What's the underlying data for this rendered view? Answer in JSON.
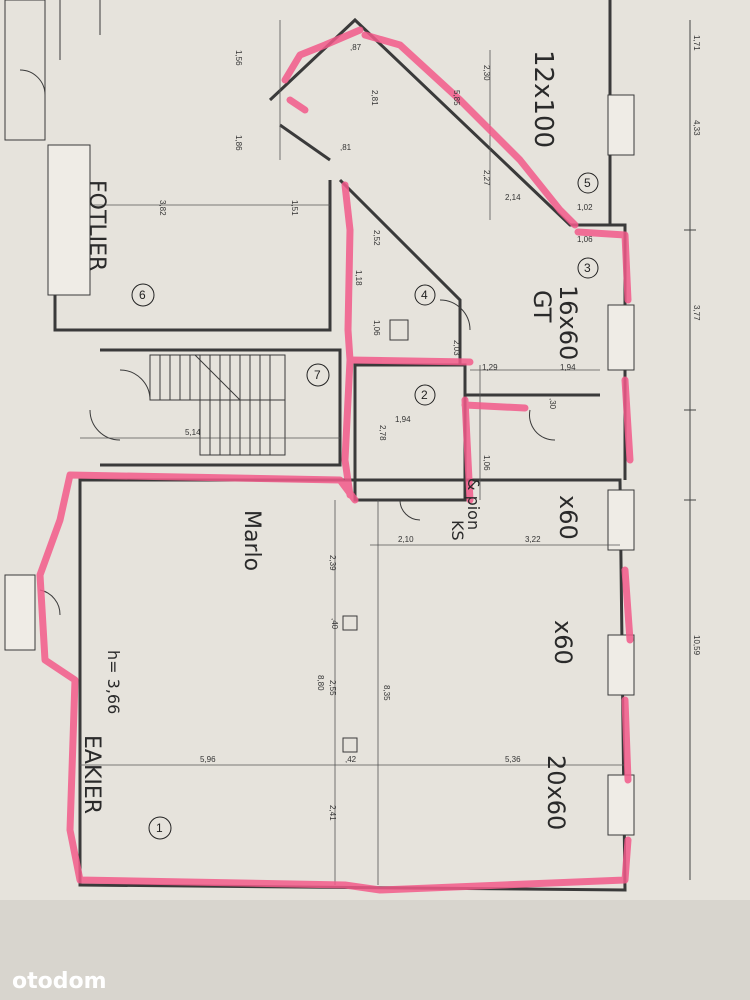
{
  "rooms": {
    "r1": "1",
    "r2": "2",
    "r3": "3",
    "r4": "4",
    "r5": "5",
    "r6": "6",
    "r7": "7"
  },
  "handwriting": {
    "h1": "12x100",
    "h2": "16x60",
    "h3": "GT",
    "h4": "FOTLIER",
    "h5": "Marlo",
    "h6": "x60",
    "h7": "x60",
    "h8": "20x60",
    "h9": "h= 3,66",
    "h10": "EAKIER",
    "h11": "& pion",
    "h12": "KS"
  },
  "dimensions": [
    "3,82",
    "1,51",
    "1,56",
    "1,86",
    "2,30",
    "2,81",
    "5,85",
    "2,27",
    "2,14",
    "1,02",
    "1,06",
    "2,52",
    "1,06",
    "2,03",
    "1,29",
    "1,94",
    "1,94",
    "2,78",
    "5,14",
    "1,06",
    "2,10",
    "3,22",
    "2,39",
    "8,80",
    "8,35",
    "2,55",
    "2,41",
    "5,96",
    "5,36",
    "10,59",
    "3,77",
    "4,33",
    "1,71",
    ",40",
    ",42",
    ",30",
    ",87",
    ",81",
    "1,18"
  ],
  "colors": {
    "paper": "#e6e3dc",
    "wall": "#3a3a3a",
    "highlight": "#f25a8a"
  },
  "watermark": "otodom"
}
